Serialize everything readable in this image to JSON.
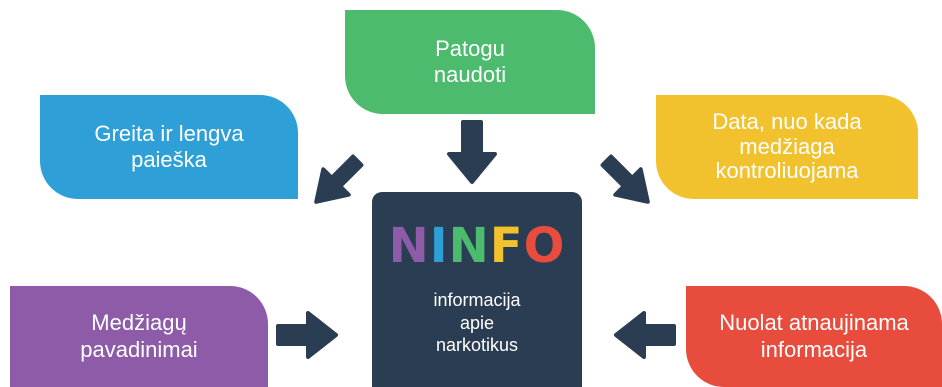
{
  "diagram": {
    "center": {
      "logo_letters": [
        {
          "char": "N",
          "color": "#8e5ba8"
        },
        {
          "char": "I",
          "color": "#2f9fd8"
        },
        {
          "char": "N",
          "color": "#4cbb6d"
        },
        {
          "char": "F",
          "color": "#f2c12e"
        },
        {
          "char": "O",
          "color": "#e84c3d"
        }
      ],
      "subtitle_lines": [
        "informacija",
        "apie",
        "narkotikus"
      ],
      "bg_color": "#2b3d52"
    },
    "boxes": {
      "top": {
        "lines": [
          "Patogu",
          "naudoti"
        ],
        "color": "#4cbb6d"
      },
      "upper_left": {
        "lines": [
          "Greita ir lengva",
          "paieška"
        ],
        "color": "#2f9fd8"
      },
      "upper_right": {
        "lines": [
          "Data, nuo kada",
          "medžiaga",
          "kontroliuojama"
        ],
        "color": "#f2c12e"
      },
      "lower_left": {
        "lines": [
          "Medžiagų",
          "pavadinimai"
        ],
        "color": "#8e5ba8"
      },
      "lower_right": {
        "lines": [
          "Nuolat atnaujinama",
          "informacija"
        ],
        "color": "#e84c3d"
      }
    },
    "arrow_color": "#2b3d52"
  }
}
